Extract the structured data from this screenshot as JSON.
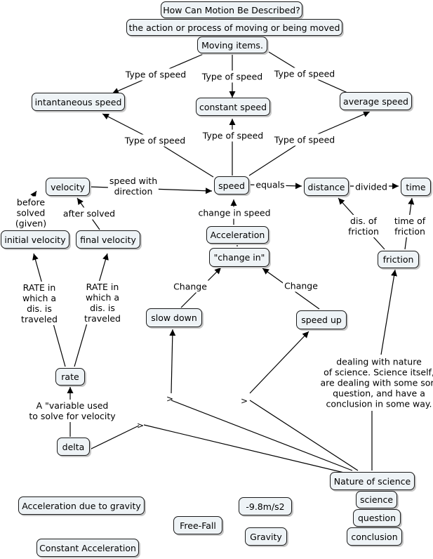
{
  "nodes": {
    "how_motion": "How Can Motion Be Described?",
    "action_process": "the action or process of moving or being moved",
    "moving_items": "Moving items.",
    "instantaneous_speed": "intantaneous speed",
    "constant_speed": "constant speed",
    "average_speed": "average speed",
    "velocity": "velocity",
    "speed": "speed",
    "distance": "distance",
    "time": "time",
    "initial_velocity": "initial velocity",
    "final_velocity": "final velocity",
    "acceleration": "Acceleration",
    "change_in": "\"change in\"",
    "friction": "friction",
    "slow_down": "slow down",
    "speed_up": "speed up",
    "rate": "rate",
    "delta": "delta",
    "nature_of_science": "Nature of science",
    "science": "science",
    "question": "question",
    "conclusion": "conclusion",
    "accel_gravity": "Acceleration due to gravity",
    "free_fall": "Free-Fall",
    "g_value": "-9.8m/s2",
    "gravity": "Gravity",
    "constant_accel": "Constant Acceleration"
  },
  "links": {
    "type_of_speed": "Type of speed",
    "speed_with_direction": "speed with\ndirection",
    "equals": "equals",
    "divided": "divided",
    "before_solved": "before\nsolved\n(given)",
    "after_solved": "after solved",
    "change_in_speed": "change in speed",
    "dis_of_friction": "dis. of\nfriction",
    "time_of_friction": "time of\nfriction",
    "change": "Change",
    "rate_in_which": "RATE in\nwhich a\ndis. is\ntraveled",
    "variable_used": "A \"variable used\nto solve for velocity",
    "dealing_with_nature": "dealing with nature\nof science. Science itself,\nare dealing with some sort\nquestion, and have a\nconclusion in some way.",
    "gt": ">"
  }
}
